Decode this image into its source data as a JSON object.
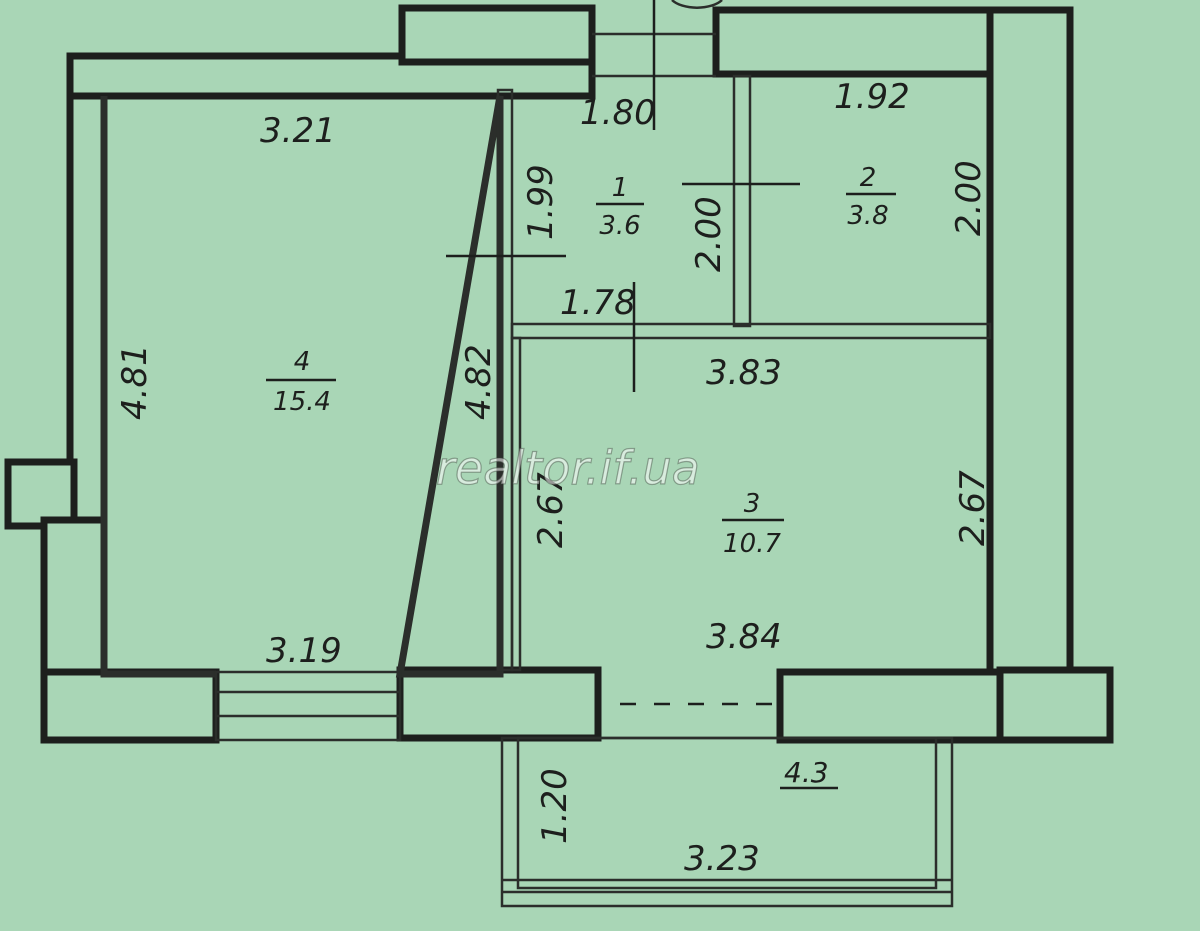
{
  "rooms": [
    {
      "number": "1",
      "area": "3.6"
    },
    {
      "number": "2",
      "area": "3.8"
    },
    {
      "number": "3",
      "area": "10.7"
    },
    {
      "number": "4",
      "area": "15.4"
    }
  ],
  "balcony": {
    "area": "4.3"
  },
  "dimensions": {
    "room4_top": "3.21",
    "room4_left": "4.81",
    "room4_right": "4.82",
    "room4_bottom": "3.19",
    "room1_top": "1.80",
    "room1_left": "1.99",
    "room1_right": "2.00",
    "room1_bottom": "1.78",
    "room2_top": "1.92",
    "room2_right": "2.00",
    "room3_top": "3.83",
    "room3_left": "2.67",
    "room3_right": "2.67",
    "room3_bottom": "3.84",
    "balcony_left": "1.20",
    "balcony_bottom": "3.23"
  },
  "watermark": "realtor.if.ua"
}
